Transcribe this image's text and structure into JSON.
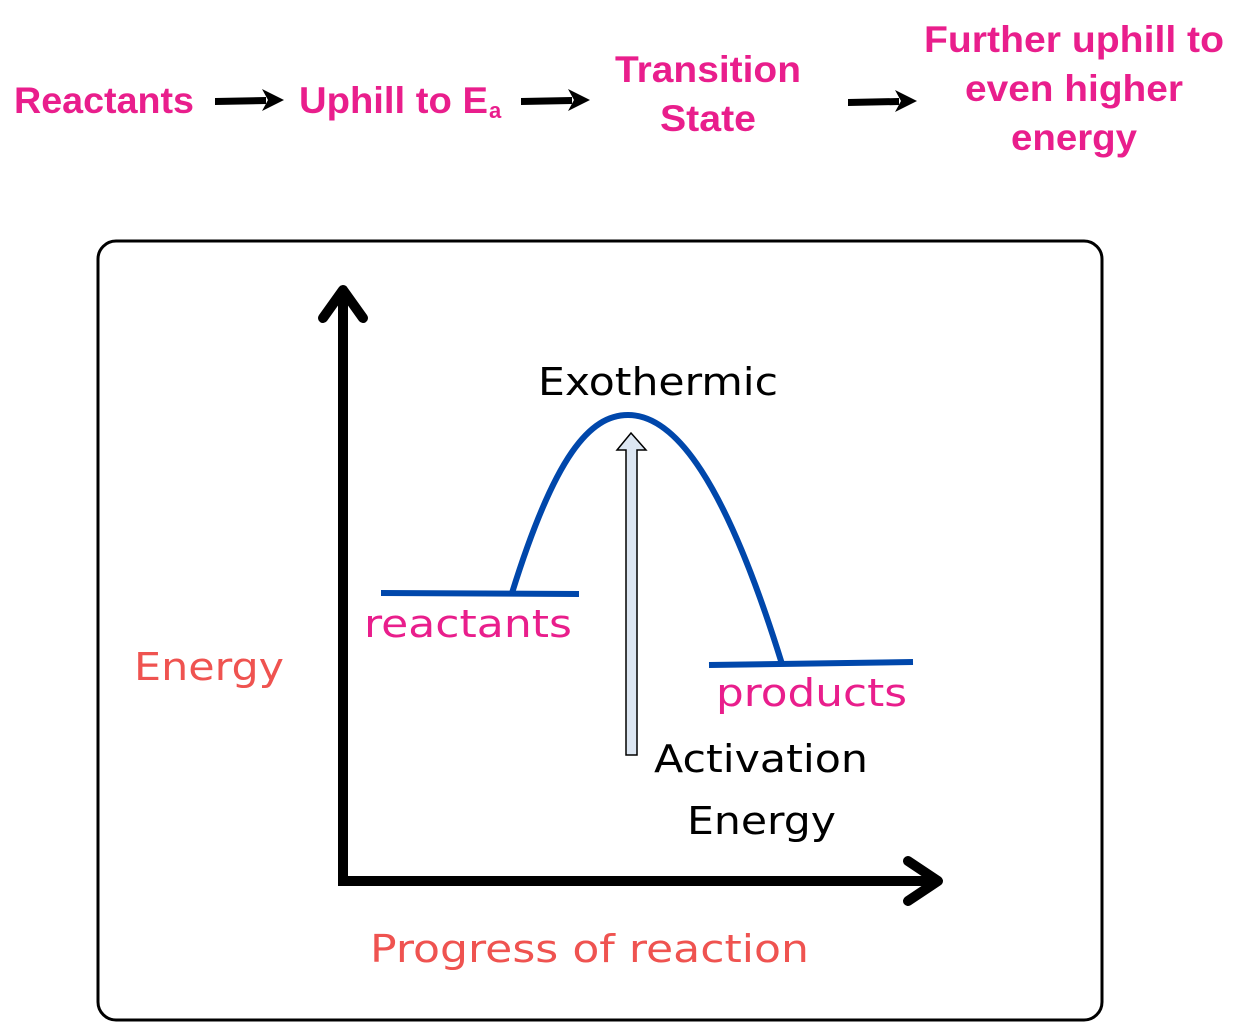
{
  "flow": {
    "step1": "Reactants",
    "step2": "Uphill to E",
    "step2_sub": "a",
    "step3_line1": "Transition",
    "step3_line2": "State",
    "step4_line1": "Further uphill to",
    "step4_line2": "even higher",
    "step4_line3": "energy"
  },
  "diagram": {
    "title": "Exothermic",
    "reactants_label": "reactants",
    "products_label": "products",
    "activation_line1": "Activation",
    "activation_line2": "Energy",
    "y_axis_label": "Energy",
    "x_axis_label": "Progress of reaction"
  },
  "colors": {
    "flow_text": "#e91e8c",
    "curve": "#0047ab",
    "axis_label": "#ef5350",
    "activation_arrow_fill": "#dce6f2"
  }
}
